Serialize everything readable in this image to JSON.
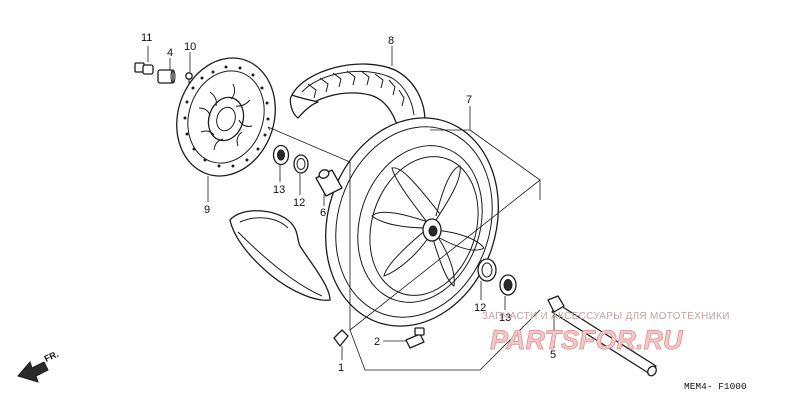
{
  "callouts": {
    "c1": "1",
    "c2": "2",
    "c4": "4",
    "c5": "5",
    "c6": "6",
    "c7": "7",
    "c8": "8",
    "c9": "9",
    "c10": "10",
    "c11": "11",
    "c12a": "12",
    "c12b": "12",
    "c13a": "13",
    "c13b": "13"
  },
  "watermark": {
    "caption": "ЗАПЧАСТИ И АКСЕССУАРЫ ДЛЯ МОТОТЕХНИКИ",
    "logo": "PARTSFOR.RU"
  },
  "diagram_code": "MEM4- F1000",
  "direction_label": "FR."
}
